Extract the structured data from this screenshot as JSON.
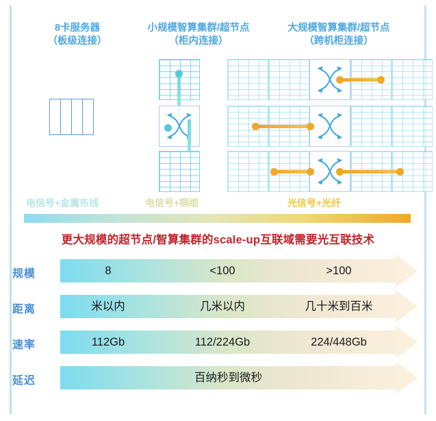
{
  "headers": [
    {
      "line1": "8卡服务器",
      "line2": "（板级连接）"
    },
    {
      "line1": "小规模智算集群/超节点",
      "line2": "（柜内连接）"
    },
    {
      "line1": "大规模智算集群/超节点",
      "line2": "（跨机柜连接）"
    }
  ],
  "legend": {
    "labels": [
      "电信号+金属布线",
      "电信号+铜缆",
      "光信号+光纤"
    ],
    "colors": [
      "#b7e7e4",
      "#d9dfa8",
      "#efc643"
    ],
    "bar_from": "#8ddcee",
    "bar_to": "#f0a72c"
  },
  "red_title": "更大规模的超节点/智算集群的scale-up互联域需要光互联技术",
  "table": {
    "rows": [
      {
        "label": "规模",
        "cells": [
          "8",
          "<100",
          ">100"
        ],
        "full": null
      },
      {
        "label": "距离",
        "cells": [
          "米以内",
          "几米以内",
          "几十米到百米"
        ],
        "full": null
      },
      {
        "label": "速率",
        "cells": [
          "112Gb",
          "112/224Gb",
          "224/448Gb"
        ],
        "full": null
      },
      {
        "label": "延迟",
        "cells": null,
        "full": "百纳秒到微秒"
      }
    ],
    "label_color": "#4A8FD4"
  },
  "diagram": {
    "server_card_count": 4,
    "switch_icon": "crossbar-switch-icon",
    "electrical_link_color": "#6ed8e8",
    "optical_link_color": "#efa82b"
  }
}
